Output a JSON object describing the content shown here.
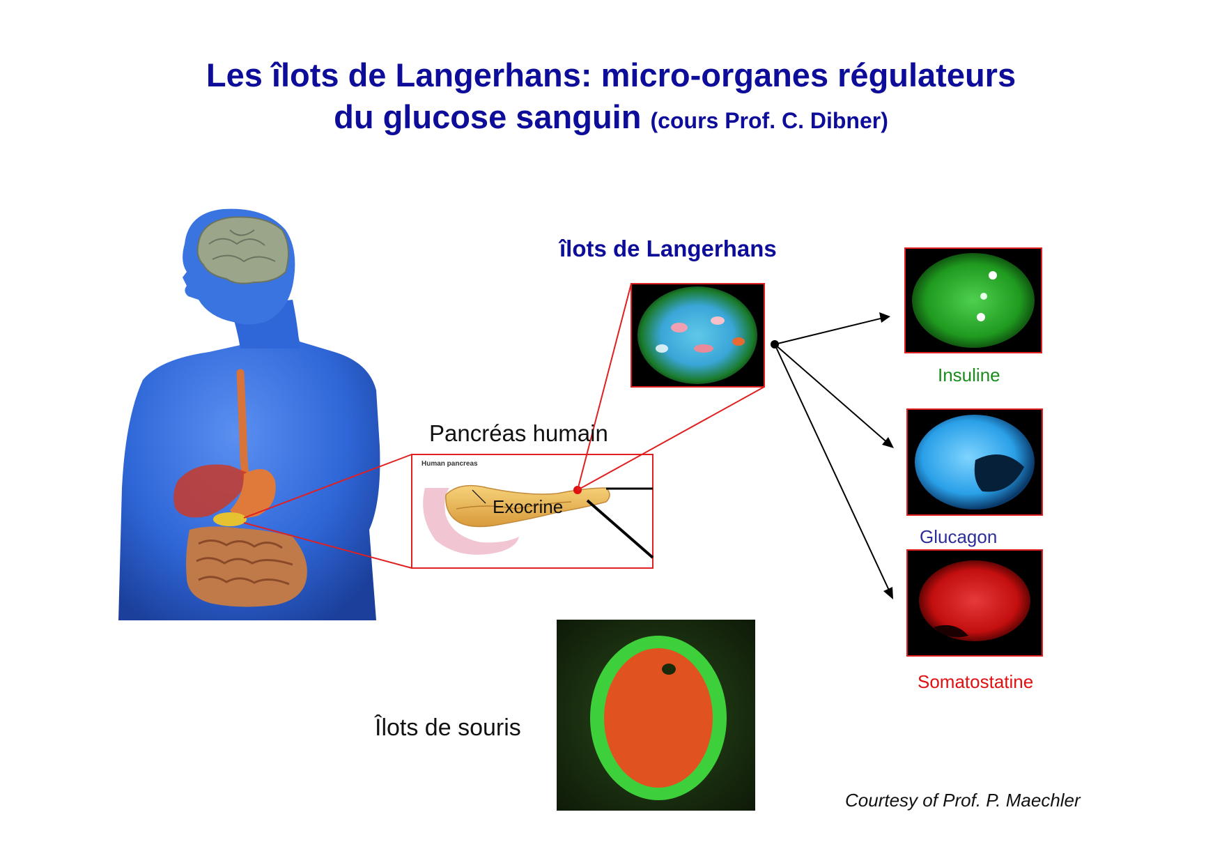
{
  "title": {
    "line1": "Les îlots de Langerhans: micro-organes régulateurs",
    "line2_main": "du glucose sanguin",
    "line2_sub": "(cours Prof. C. Dibner)"
  },
  "labels": {
    "islets_title": "îlots de Langerhans",
    "pancreas_human": "Pancréas humain",
    "human_pancreas_small": "Human pancreas",
    "exocrine": "Exocrine",
    "insuline": "Insuline",
    "glucagon": "Glucagon",
    "somatostatine": "Somatostatine",
    "mouse_islets": "Îlots de souris",
    "courtesy": "Courtesy of Prof. P. Maechler"
  },
  "colors": {
    "title": "#0d0d9a",
    "insuline": "#1a8c1a",
    "glucagon": "#2e2e9a",
    "somatostatine": "#e01010",
    "frame_red": "#e02020",
    "body_blue": "#2f67d8"
  }
}
